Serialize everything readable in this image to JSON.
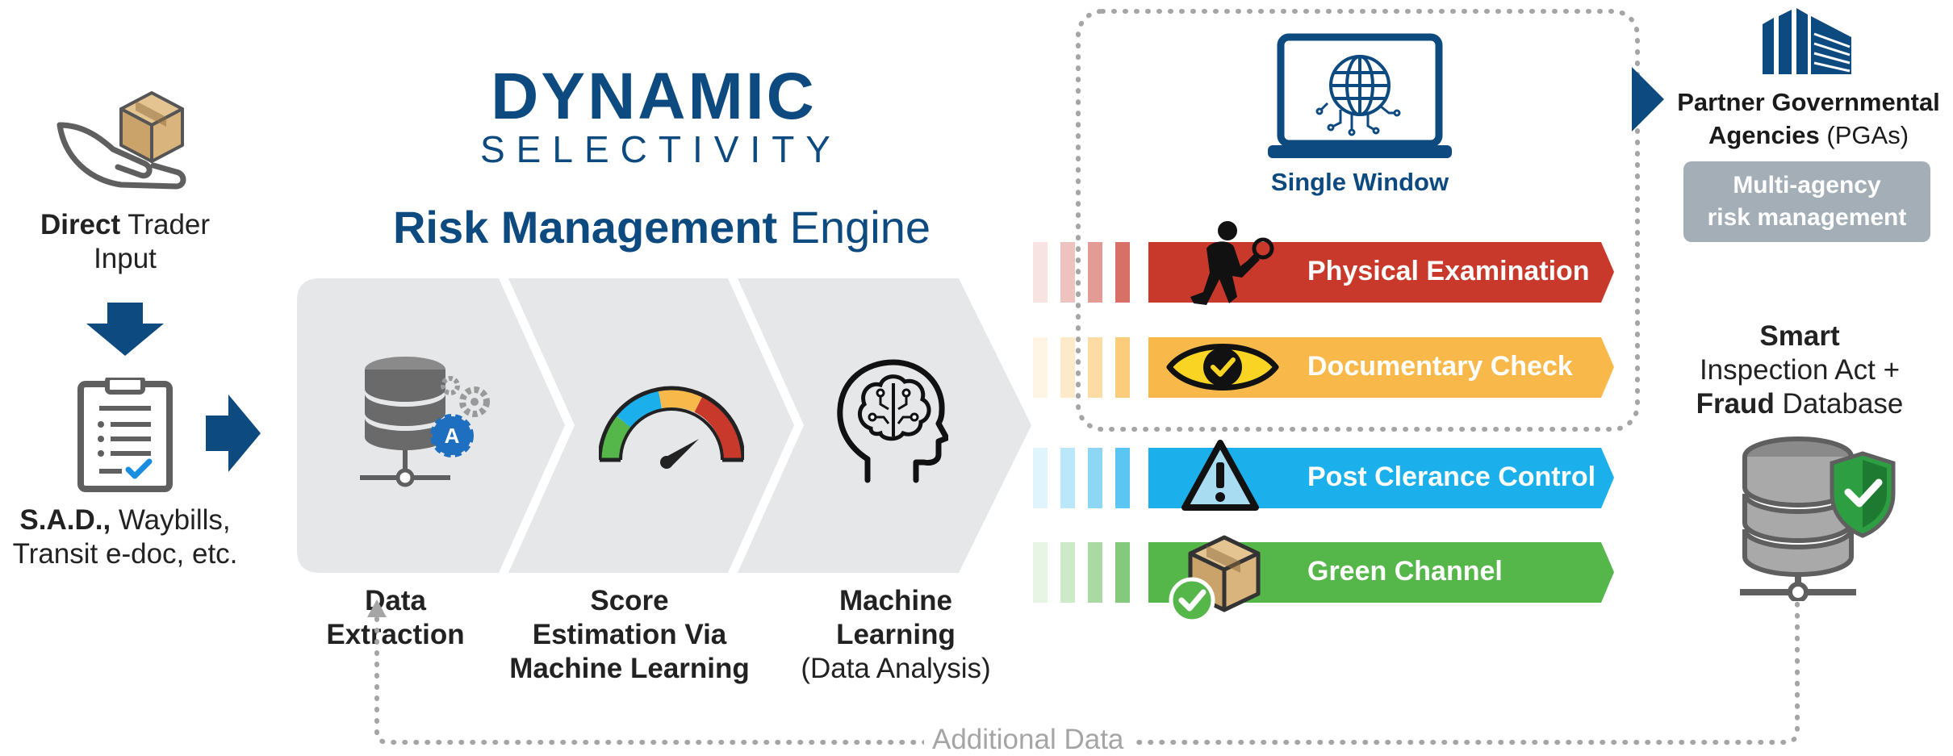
{
  "title": {
    "logo_top": "DYNAMIC",
    "logo_bottom": "SELECTIVITY",
    "engine_bold": "Risk Management",
    "engine_rest": "Engine"
  },
  "inputs": {
    "trader_bold": "Direct",
    "trader_rest": " Trader",
    "trader_line2": "Input",
    "docs_bold": "S.A.D.,",
    "docs_rest": " Waybills,",
    "docs_line2": "Transit e-doc, etc."
  },
  "stages": [
    {
      "line1": "Data",
      "line2": "Extraction",
      "line3": ""
    },
    {
      "line1": "Score",
      "line2": "Estimation Via",
      "line3": "Machine Learning"
    },
    {
      "line1": "Machine",
      "line2": "Learning",
      "line3": "(Data Analysis)"
    }
  ],
  "channels": [
    {
      "label": "Physical Examination",
      "color": "#c8392b"
    },
    {
      "label": "Documentary Check",
      "color": "#f9b94a"
    },
    {
      "label": "Post Clerance Control",
      "color": "#1bb0ec"
    },
    {
      "label": "Green Channel",
      "color": "#55b64a"
    }
  ],
  "single_window": "Single Window",
  "pga": {
    "line1": "Partner Governmental",
    "line2_bold": "Agencies",
    "line2_rest": " (PGAs)"
  },
  "multi_agency": {
    "line1": "Multi-agency",
    "line2": "risk management"
  },
  "smart": {
    "line1": "Smart",
    "line2": "Inspection Act +",
    "line3_bold": "Fraud",
    "line3_rest": " Database"
  },
  "additional_data": "Additional Data",
  "colors": {
    "brand_blue": "#0d4a80",
    "stage_gray": "#e6e7e9",
    "icon_gray": "#5f5f5f",
    "dotted_gray": "#a5a5a5"
  },
  "icons": [
    "hand-box-icon",
    "down-arrow-icon",
    "clipboard-icon",
    "right-arrow-icon",
    "database-gears-icon",
    "speedometer-icon",
    "brain-head-icon",
    "inspector-icon",
    "eye-check-icon",
    "warning-icon",
    "box-check-icon",
    "laptop-globe-icon",
    "government-building-icon",
    "shield-database-icon"
  ]
}
